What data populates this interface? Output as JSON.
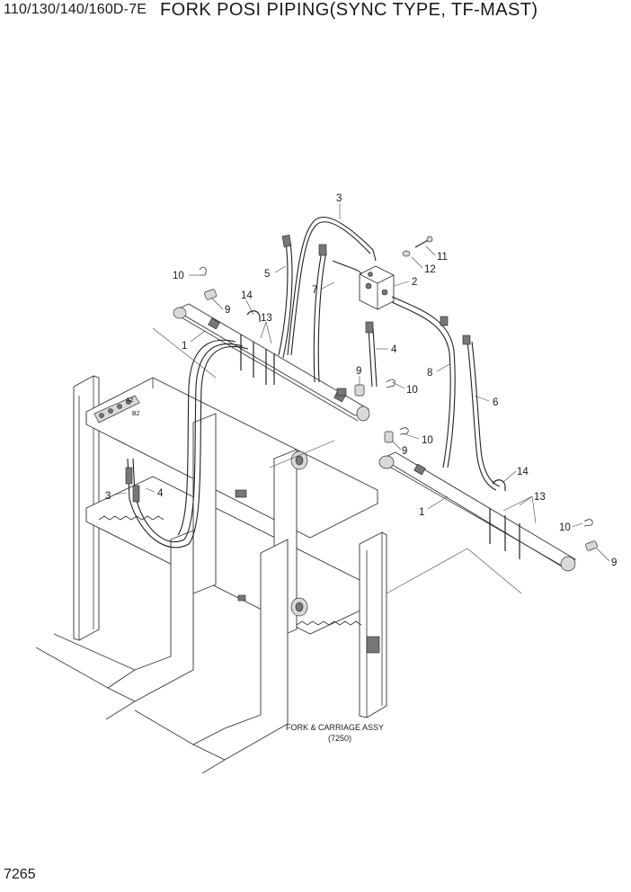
{
  "header": {
    "model": "110/130/140/160D-7E",
    "title": "FORK POSI PIPING(SYNC TYPE, TF-MAST)"
  },
  "footer": {
    "page_number": "7265"
  },
  "assembly_note": {
    "line1": "FORK & CARRIAGE ASSY",
    "line2": "(7250)"
  },
  "port_labels": {
    "a2": "A2",
    "b2": "B2"
  },
  "callouts": [
    {
      "id": "c3-top",
      "label": "3"
    },
    {
      "id": "c11",
      "label": "11"
    },
    {
      "id": "c12",
      "label": "12"
    },
    {
      "id": "c10-a",
      "label": "10"
    },
    {
      "id": "c5",
      "label": "5"
    },
    {
      "id": "c2",
      "label": "2"
    },
    {
      "id": "c7",
      "label": "7"
    },
    {
      "id": "c9-a",
      "label": "9"
    },
    {
      "id": "c14-a",
      "label": "14"
    },
    {
      "id": "c13-a",
      "label": "13"
    },
    {
      "id": "c1-a",
      "label": "1"
    },
    {
      "id": "c4-a",
      "label": "4"
    },
    {
      "id": "c9-b",
      "label": "9"
    },
    {
      "id": "c10-b",
      "label": "10"
    },
    {
      "id": "c8",
      "label": "8"
    },
    {
      "id": "c6",
      "label": "6"
    },
    {
      "id": "c10-c",
      "label": "10"
    },
    {
      "id": "c9-c",
      "label": "9"
    },
    {
      "id": "c3-left",
      "label": "3"
    },
    {
      "id": "c4-left",
      "label": "4"
    },
    {
      "id": "c14-b",
      "label": "14"
    },
    {
      "id": "c13-b",
      "label": "13"
    },
    {
      "id": "c1-b",
      "label": "1"
    },
    {
      "id": "c10-d",
      "label": "10"
    },
    {
      "id": "c9-d",
      "label": "9"
    }
  ]
}
